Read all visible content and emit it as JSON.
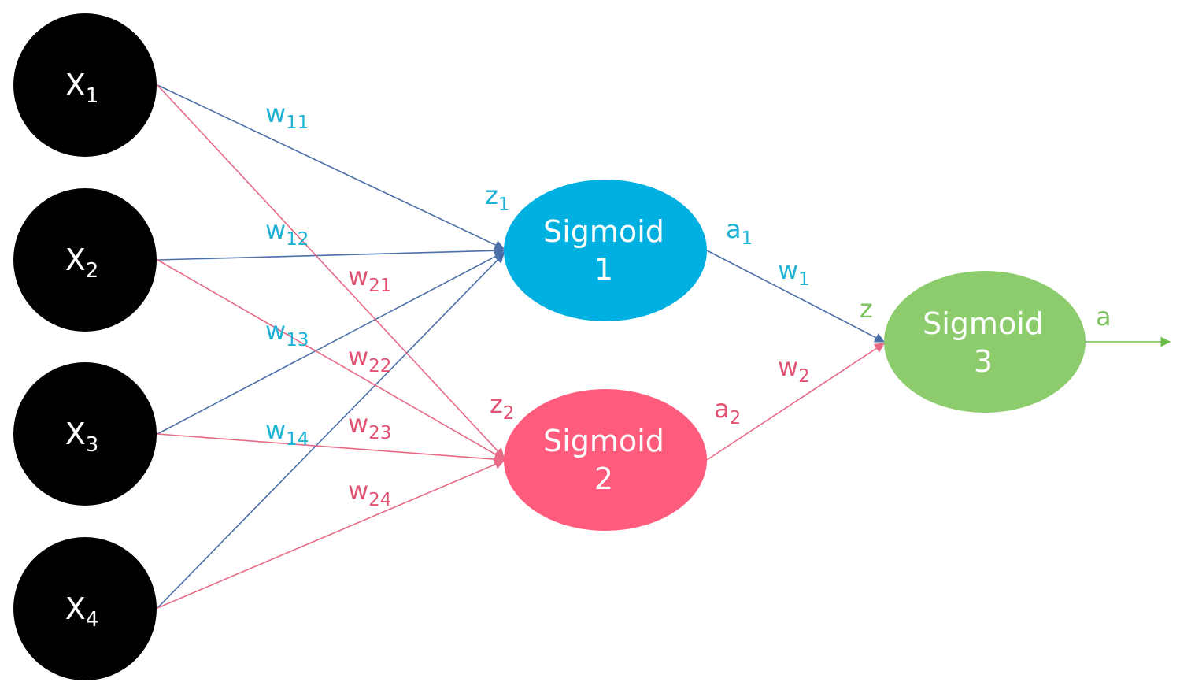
{
  "colors": {
    "input_fill": "#000000",
    "sigmoid1_fill": "#00b0e0",
    "sigmoid2_fill": "#ff5c7d",
    "sigmoid3_fill": "#8dcc6d",
    "blue_edge": "#4b6fa8",
    "pink_edge": "#e86a86",
    "green_edge": "#6cc04a",
    "blue_label": "#1eb2d6",
    "pink_label": "#e15373",
    "green_label": "#7cc35e"
  },
  "inputs": [
    {
      "base": "X",
      "sub": "1"
    },
    {
      "base": "X",
      "sub": "2"
    },
    {
      "base": "X",
      "sub": "3"
    },
    {
      "base": "X",
      "sub": "4"
    }
  ],
  "sigmoid1": {
    "line1": "Sigmoid",
    "line2": "1"
  },
  "sigmoid2": {
    "line1": "Sigmoid",
    "line2": "2"
  },
  "sigmoid3": {
    "line1": "Sigmoid",
    "line2": "3"
  },
  "labels": {
    "w11": {
      "base": "w",
      "sub": "11"
    },
    "w12": {
      "base": "w",
      "sub": "12"
    },
    "w13": {
      "base": "w",
      "sub": "13"
    },
    "w14": {
      "base": "w",
      "sub": "14"
    },
    "w21": {
      "base": "w",
      "sub": "21"
    },
    "w22": {
      "base": "w",
      "sub": "22"
    },
    "w23": {
      "base": "w",
      "sub": "23"
    },
    "w24": {
      "base": "w",
      "sub": "24"
    },
    "z1": {
      "base": "z",
      "sub": "1"
    },
    "z2": {
      "base": "z",
      "sub": "2"
    },
    "a1": {
      "base": "a",
      "sub": "1"
    },
    "a2": {
      "base": "a",
      "sub": "2"
    },
    "w1": {
      "base": "w",
      "sub": "1"
    },
    "w2": {
      "base": "w",
      "sub": "2"
    },
    "z": {
      "base": "z"
    },
    "a": {
      "base": "a"
    }
  }
}
